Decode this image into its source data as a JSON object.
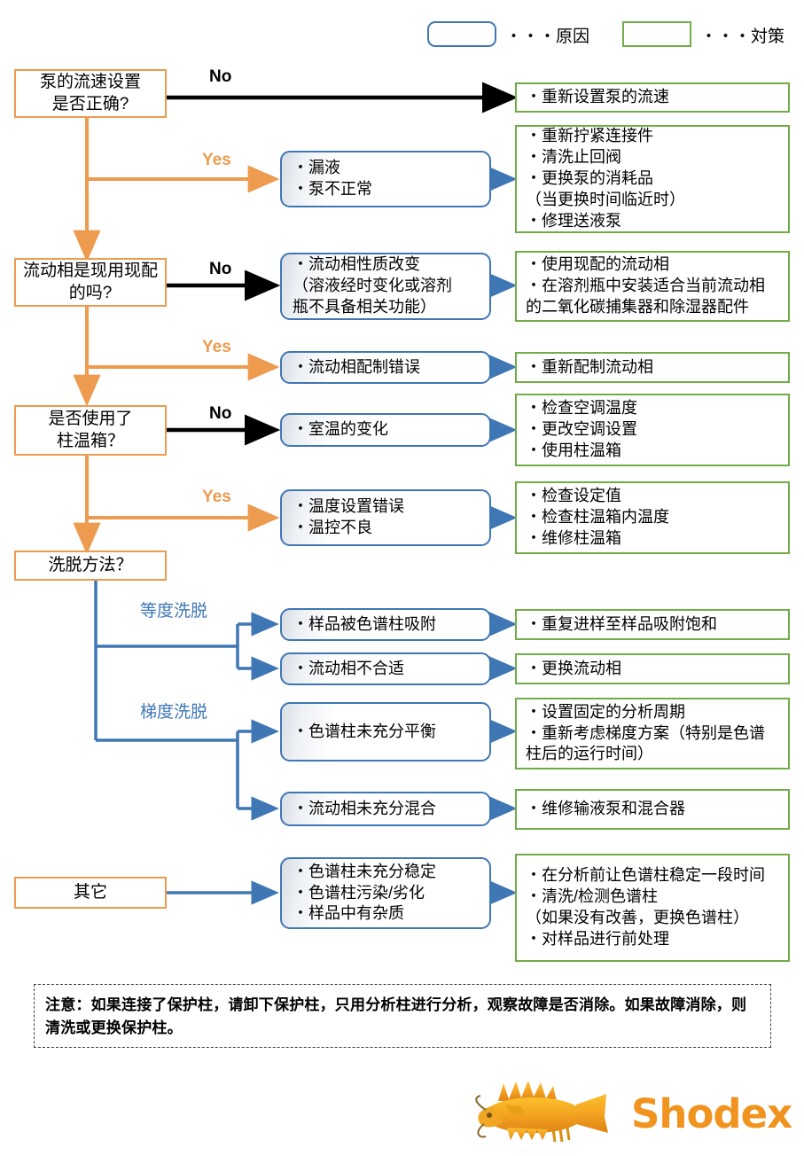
{
  "legend": {
    "cause_label": "・・・原因",
    "fix_label": "・・・対策",
    "cause_color": "#3F77B5",
    "fix_color": "#70AD47",
    "decision_color": "#ED9B4F"
  },
  "branch_labels": {
    "no": "No",
    "yes": "Yes",
    "isocratic": "等度洗脱",
    "gradient": "梯度洗脱"
  },
  "decisions": [
    {
      "id": "flow-rate",
      "line1": "泵的流速设置",
      "line2": "是否正确?"
    },
    {
      "id": "mobile-phase",
      "line1": "流动相是现用现配",
      "line2": "的吗?"
    },
    {
      "id": "column-oven",
      "line1": "是否使用了",
      "line2": "柱温箱？"
    },
    {
      "id": "elution",
      "line1": "洗脱方法？",
      "line2": ""
    },
    {
      "id": "other",
      "line1": "其它",
      "line2": ""
    }
  ],
  "causes": [
    {
      "id": "pump-abnormal",
      "lines": [
        "・漏液",
        "・泵不正常"
      ]
    },
    {
      "id": "mp-property-change",
      "lines": [
        "・流动相性质改变",
        "（溶液经时变化或溶剂",
        "瓶不具备相关功能）"
      ]
    },
    {
      "id": "mp-prep-error",
      "lines": [
        "・流动相配制错误"
      ]
    },
    {
      "id": "room-temp-change",
      "lines": [
        "・室温的变化"
      ]
    },
    {
      "id": "temp-setting-bad",
      "lines": [
        "・温度设置错误",
        "・温控不良"
      ]
    },
    {
      "id": "sample-adsorbed",
      "lines": [
        "・样品被色谱柱吸附"
      ]
    },
    {
      "id": "mp-unsuitable",
      "lines": [
        "・流动相不合适"
      ]
    },
    {
      "id": "column-not-equil",
      "lines": [
        "・色谱柱未充分平衡"
      ]
    },
    {
      "id": "mp-not-mixed",
      "lines": [
        "・流动相未充分混合"
      ]
    },
    {
      "id": "other-causes",
      "lines": [
        "・色谱柱未充分稳定",
        "・色谱柱污染/劣化",
        "・样品中有杂质"
      ]
    }
  ],
  "fixes": [
    {
      "id": "reset-flow-rate",
      "lines": [
        "・重新设置泵的流速"
      ]
    },
    {
      "id": "pump-service",
      "lines": [
        "・重新拧紧连接件",
        "・清洗止回阀",
        "・更换泵的消耗品",
        "（当更换时间临近时）",
        "・修理送液泵"
      ]
    },
    {
      "id": "fresh-mp",
      "lines": [
        "・使用现配的流动相",
        "・在溶剂瓶中安装适合当前流动相",
        "的二氧化碳捕集器和除湿器配件"
      ]
    },
    {
      "id": "remake-mp",
      "lines": [
        "・重新配制流动相"
      ]
    },
    {
      "id": "ac-check",
      "lines": [
        "・检查空调温度",
        "・更改空调设置",
        "・使用柱温箱"
      ]
    },
    {
      "id": "oven-check",
      "lines": [
        "・检查设定值",
        "・检查柱温箱内温度",
        "・维修柱温箱"
      ]
    },
    {
      "id": "repeat-inject",
      "lines": [
        "・重复进样至样品吸附饱和"
      ]
    },
    {
      "id": "change-mp",
      "lines": [
        "・更换流动相"
      ]
    },
    {
      "id": "fixed-cycle",
      "lines": [
        "・设置固定的分析周期",
        "・重新考虑梯度方案（特别是色谱",
        "柱后的运行时间）"
      ]
    },
    {
      "id": "service-mixer",
      "lines": [
        "・维修输液泵和混合器"
      ]
    },
    {
      "id": "other-fixes",
      "lines": [
        "・在分析前让色谱柱稳定一段时间",
        "・清洗/检测色谱柱",
        "（如果没有改善，更换色谱柱）",
        "・对样品进行前处理"
      ]
    }
  ],
  "note": {
    "text": "注意：如果连接了保护柱，请卸下保护柱，只用分析柱进行分析，观察故障是否消除。如果故障消除，则清洗或更换保护柱。"
  },
  "logo": {
    "word": "Shodex",
    "color": "#F0941F",
    "icon": "fish-logo"
  }
}
